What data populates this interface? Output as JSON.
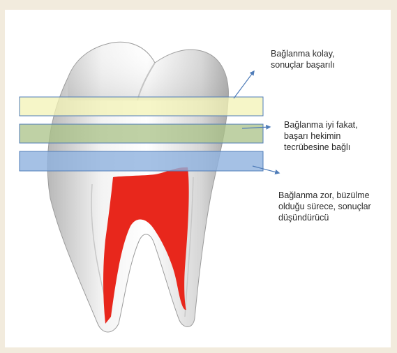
{
  "labels": {
    "band_top": "Bağlanma kolay,\nsonuçlar başarılı",
    "band_middle": "Bağlanma iyi fakat,\nbaşarı hekimin\ntecrübesine bağlı",
    "band_bottom": "Bağlanma zor, büzülme\nolduğu sürece, sonuçlar\ndüşündürücü"
  },
  "colors": {
    "band_top": "#f3f3b6",
    "band_middle": "#a9c187",
    "band_bottom": "#8fb1de",
    "band_border": "#4f7cb8",
    "pulp": "#e8271c",
    "arrow": "#4f7cb8"
  }
}
